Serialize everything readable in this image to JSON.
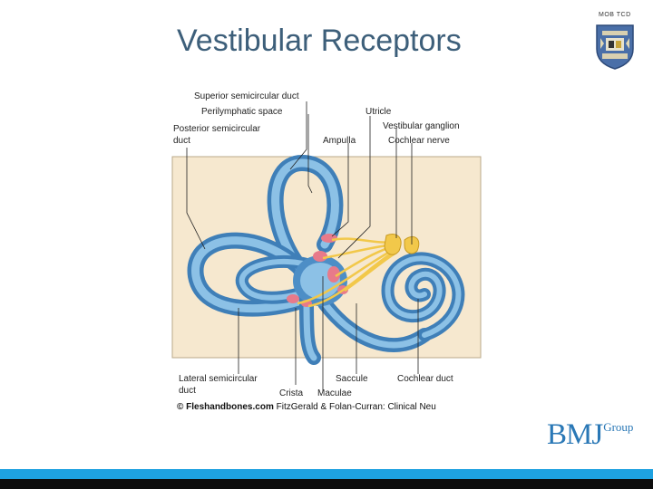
{
  "slide": {
    "title": "Vestibular Receptors",
    "tag": "MOB TCD"
  },
  "diagram": {
    "labels": {
      "superior_duct": "Superior semicircular duct",
      "perilymphatic": "Perilymphatic space",
      "posterior_duct_1": "Posterior semicircular",
      "posterior_duct_2": "duct",
      "ampulla": "Ampulla",
      "utricle": "Utricle",
      "vestibular_ganglion": "Vestibular ganglion",
      "cochlear_nerve": "Cochlear nerve",
      "lateral_duct_1": "Lateral semicircular",
      "lateral_duct_2": "duct",
      "crista": "Crista",
      "maculae": "Maculae",
      "saccule": "Saccule",
      "cochlear_duct": "Cochlear duct"
    },
    "copyright_bold": "© Fleshandbones.com",
    "copyright_rest": " FitzGerald & Folan-Curran: Clinical Neu",
    "colors": {
      "background_box": "#f6e8cf",
      "duct_outer": "#4d8ec6",
      "duct_inner": "#8cc1e6",
      "sensory_patch": "#e87a8a",
      "nerve": "#f2c84a"
    }
  },
  "logo": {
    "main": "BMJ",
    "sub": "Group"
  }
}
